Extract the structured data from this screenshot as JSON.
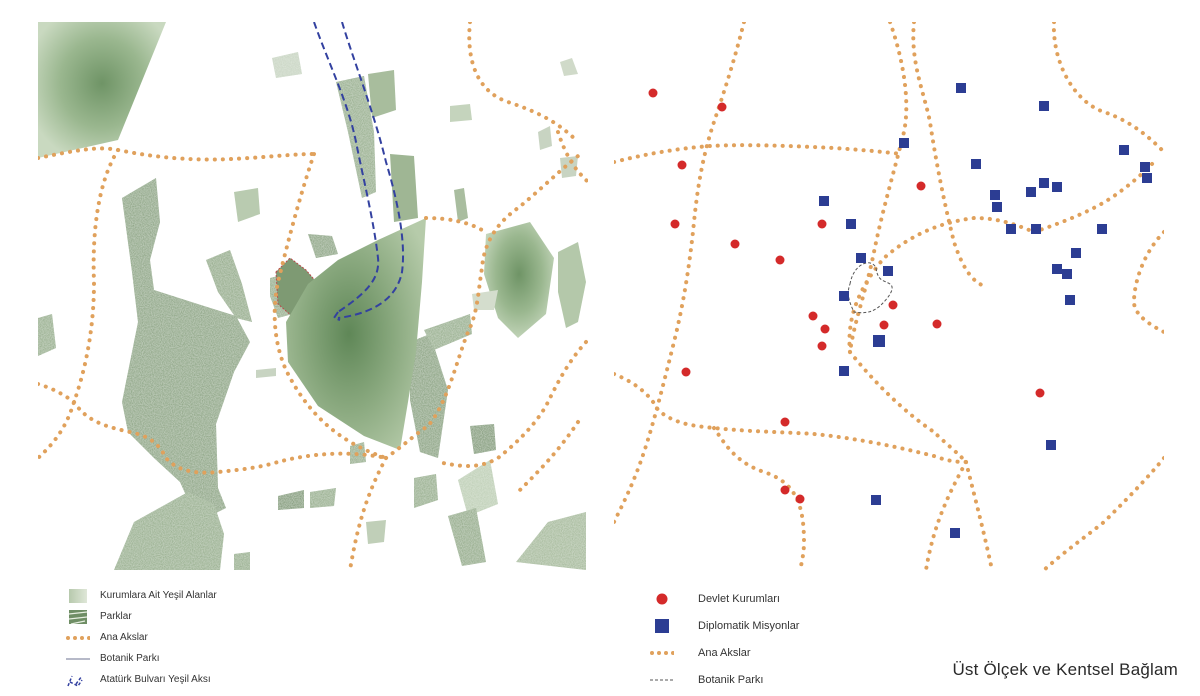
{
  "title": "Üst Ölçek ve Kentsel Bağlam",
  "colors": {
    "park_green": "#7d9a73",
    "institutional_green": "#c6d4bd",
    "axis_orange": "#e0a15c",
    "botanic_outline": "#b84a4a",
    "bulvar_blue": "#3341a0",
    "government_red": "#d42a2a",
    "diplomatic_blue": "#2c3d93"
  },
  "legend_left": [
    {
      "symbol": "institutional-green-icon",
      "label": "Kurumlara Ait Yeşil Alanlar"
    },
    {
      "symbol": "park-icon",
      "label": "Parklar"
    },
    {
      "symbol": "dotted-axis-icon",
      "label": "Ana Akslar"
    },
    {
      "symbol": "botanic-line-icon",
      "label": "Botanik Parkı"
    },
    {
      "symbol": "dashed-arrow-icon",
      "label": "Atatürk Bulvarı Yeşil Aksı"
    }
  ],
  "legend_right": [
    {
      "symbol": "red-dot-icon",
      "label": "Devlet Kurumları"
    },
    {
      "symbol": "blue-square-icon",
      "label": "Diplomatik Misyonlar"
    },
    {
      "symbol": "dotted-axis-icon",
      "label": "Ana Akslar"
    },
    {
      "symbol": "dashed-line-icon",
      "label": "Botanik Parkı"
    }
  ]
}
